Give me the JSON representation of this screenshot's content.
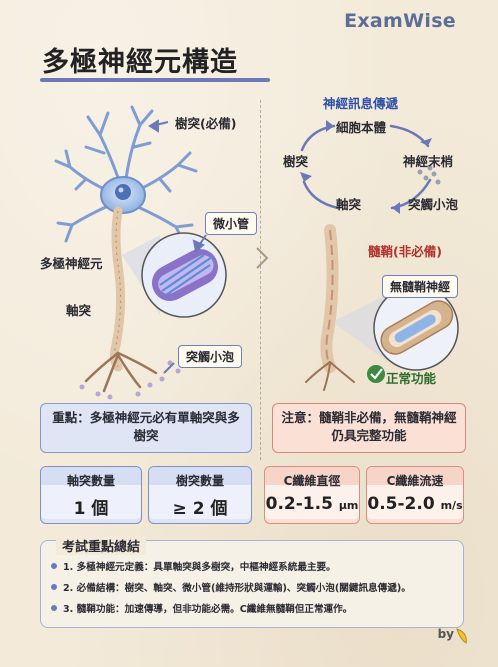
{
  "brand": "ExamWise",
  "title": "多極神經元構造",
  "left_labels": {
    "dendrite": "樹突(必備)",
    "microtubule": "微小管",
    "multipolar": "多極神經元",
    "axon": "軸突",
    "vesicle": "突觸小泡"
  },
  "cycle": {
    "title": "神經訊息傳遞",
    "body": "細胞本體",
    "terminal": "神經末梢",
    "vesicle": "突觸小泡",
    "axon": "軸突",
    "dendrite": "樹突"
  },
  "right_labels": {
    "myelin": "髓鞘(非必備)",
    "unmyelinated": "無髓鞘神經",
    "normal": "正常功能"
  },
  "notes": {
    "left": "重點：多極神經元必有單軸突與多樹突",
    "right": "注意：髓鞘非必備，無髓鞘神經仍具完整功能"
  },
  "stats": [
    {
      "label": "軸突數量",
      "value": "1 個",
      "unit": ""
    },
    {
      "label": "樹突數量",
      "value": "≥ 2 個",
      "unit": ""
    },
    {
      "label": "C纖維直徑",
      "value": "0.2-1.5",
      "unit": "μm"
    },
    {
      "label": "C纖維流速",
      "value": "0.5-2.0",
      "unit": "m/s"
    }
  ],
  "summary": {
    "title": "考試重點總結",
    "items": [
      "1. 多極神經元定義：具單軸突與多樹突，中樞神經系統最主要。",
      "2. 必備結構：樹突、軸突、微小管(維持形狀與運輸)、突觸小泡(關鍵訊息傳遞)。",
      "3. 髓鞘功能：加速傳導，但非功能必需。C纖維無髓鞘但正常運作。"
    ]
  },
  "footer": "by",
  "colors": {
    "accent": "#6b79b8",
    "red": "#c56b5d",
    "neuron": "#8fb0e0"
  }
}
